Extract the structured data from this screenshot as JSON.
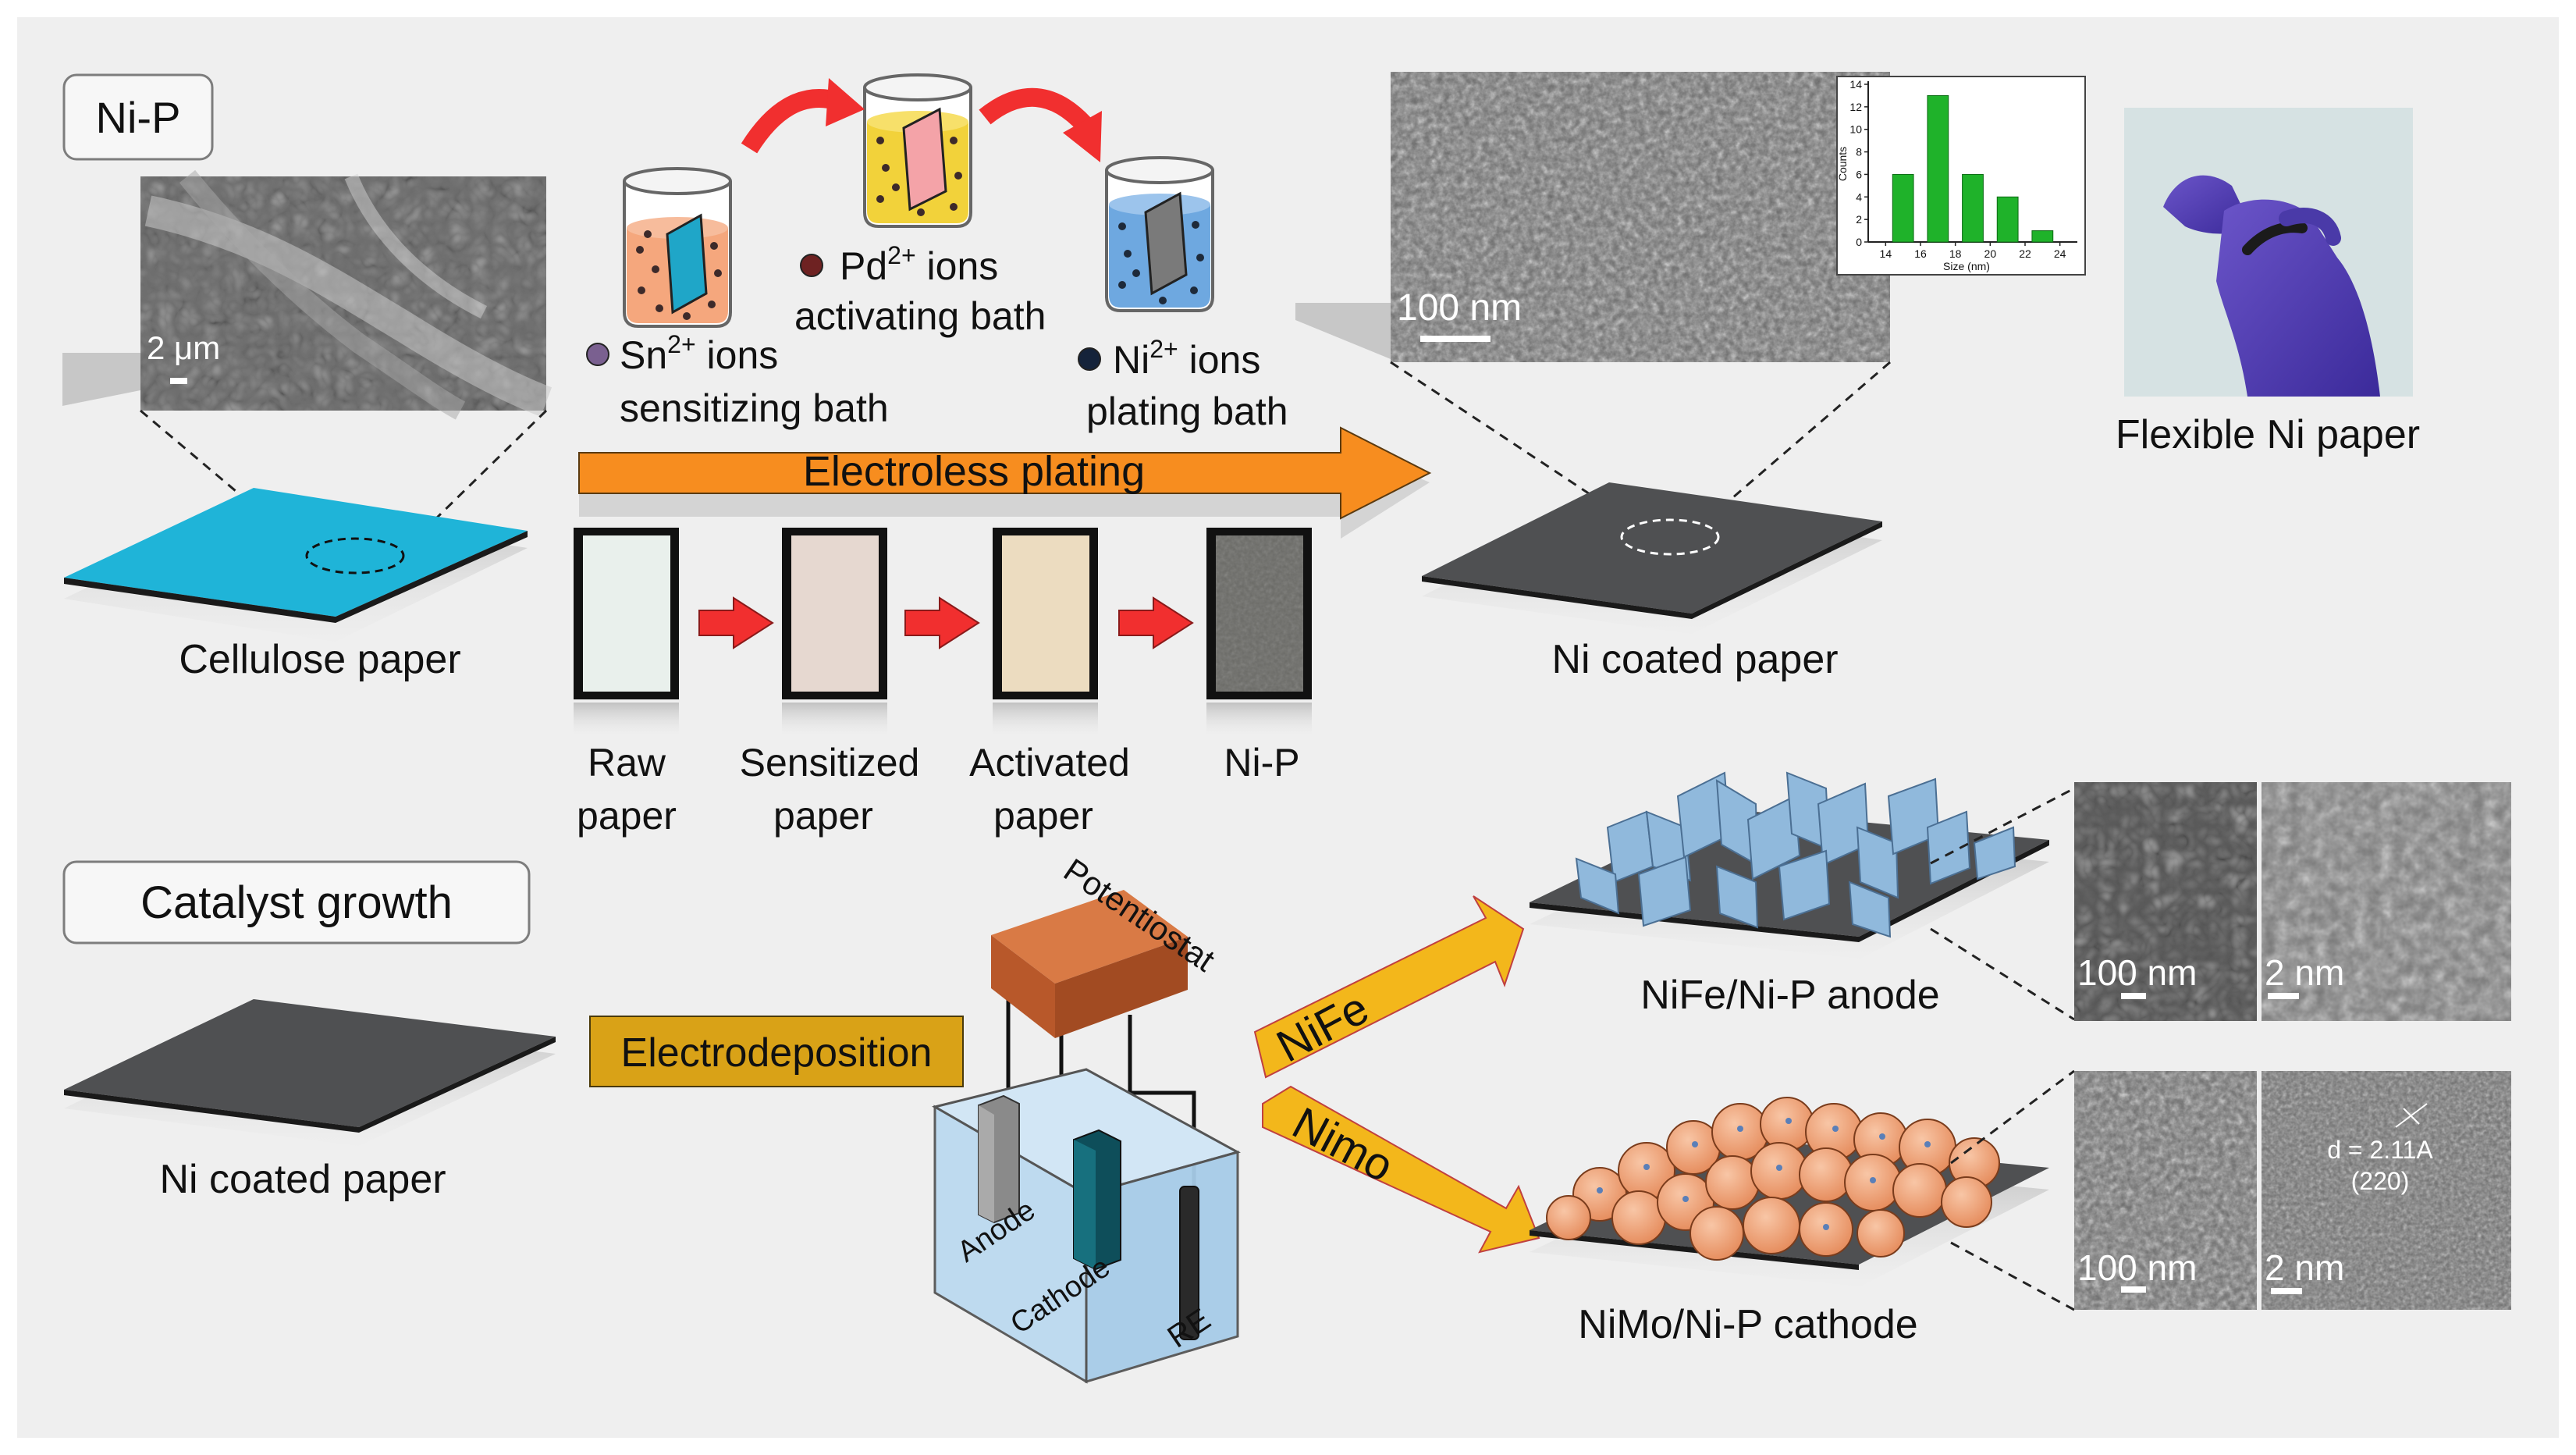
{
  "sections": {
    "nip_badge": "Ni-P",
    "catalyst_badge": "Catalyst growth"
  },
  "cellulose": {
    "label": "Cellulose paper",
    "scale": "2 μm"
  },
  "baths": {
    "sn_ion": "Sn",
    "sn_sup": "2+",
    "sn_rest": " ions",
    "sn_line2": "sensitizing bath",
    "pd_ion": "Pd",
    "pd_sup": "2+",
    "pd_rest": " ions",
    "pd_line2": "activating bath",
    "ni_ion": "Ni",
    "ni_sup": "2+",
    "ni_rest": " ions",
    "ni_line2": "plating bath"
  },
  "process": {
    "arrow_label": "Electroless plating",
    "steps": [
      {
        "line1": "Raw",
        "line2": "paper"
      },
      {
        "line1": "Sensitized",
        "line2": "paper"
      },
      {
        "line1": "Activated",
        "line2": "paper"
      },
      {
        "line1": "Ni-P",
        "line2": ""
      }
    ]
  },
  "ni_coated": {
    "label": "Ni coated paper",
    "scale": "100 nm"
  },
  "chart_data": {
    "type": "bar",
    "categories": [
      14,
      16,
      18,
      20,
      22,
      24
    ],
    "values": [
      6,
      13,
      6,
      4,
      1
    ],
    "bar_x": [
      15,
      17,
      19,
      21,
      23
    ],
    "xlabel": "Size (nm)",
    "ylabel": "Counts",
    "xlim": [
      13,
      25
    ],
    "ylim": [
      0,
      14
    ],
    "y_ticks": [
      0,
      2,
      4,
      6,
      8,
      10,
      12,
      14
    ],
    "x_ticks": [
      14,
      16,
      18,
      20,
      22,
      24
    ],
    "bar_color": "#1fb22a"
  },
  "flexible": {
    "label": "Flexible Ni paper"
  },
  "catalyst": {
    "paper_label": "Ni coated paper",
    "electrodeposition": "Electrodeposition",
    "potentiostat": "Potentiostat",
    "anode": "Anode",
    "cathode": "Cathode",
    "re": "RE",
    "nife_arrow": "NiFe",
    "nimo_arrow": "Nimo",
    "nife_label": "NiFe/Ni-P anode",
    "nimo_label": "NiMo/Ni-P cathode"
  },
  "micrographs": {
    "nife_sem_scale": "100 nm",
    "nife_tem_scale": "2 nm",
    "nimo_sem_scale": "100 nm",
    "nimo_tem_scale": "2 nm",
    "d_spacing": "d = 2.11A",
    "plane": "(220)"
  },
  "colors": {
    "panel_bg": "#efefef",
    "orange_arrow": "#f78d1f",
    "red_arrow": "#f12f2f",
    "yellow_arrow": "#f3b71b",
    "gold_box": "#d9a217",
    "cellulose": "#1fb4d8",
    "ni_sheet": "#4f5052",
    "potentiostat": "#b8582a",
    "tank": "#bcd9ef",
    "nife_flakes": "#90b9dc",
    "nimo_particles": "#f2a47a"
  }
}
